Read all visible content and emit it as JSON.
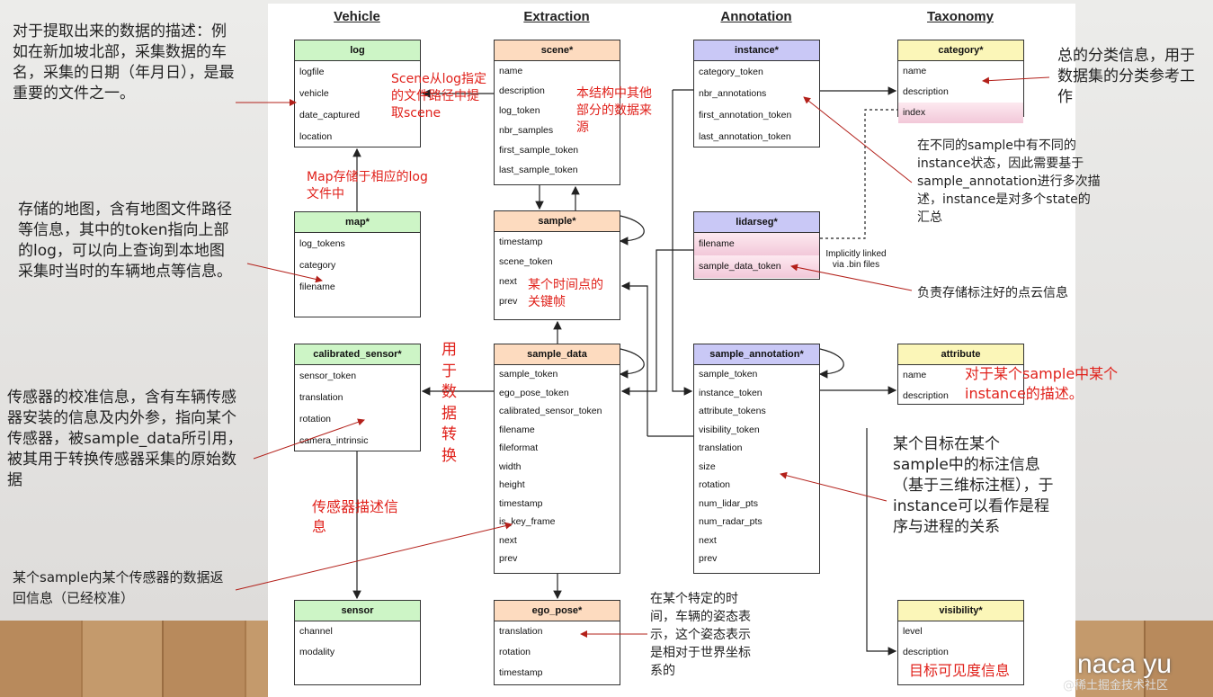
{
  "columns": {
    "vehicle": "Vehicle",
    "extraction": "Extraction",
    "annotation": "Annotation",
    "taxonomy": "Taxonomy"
  },
  "tables": {
    "log": {
      "title": "log",
      "fields": [
        "logfile",
        "vehicle",
        "date_captured",
        "location"
      ]
    },
    "map": {
      "title": "map*",
      "fields": [
        "log_tokens",
        "category",
        "filename"
      ]
    },
    "calibrated_sensor": {
      "title": "calibrated_sensor*",
      "fields": [
        "sensor_token",
        "translation",
        "rotation",
        "camera_intrinsic"
      ]
    },
    "sensor": {
      "title": "sensor",
      "fields": [
        "channel",
        "modality"
      ]
    },
    "scene": {
      "title": "scene*",
      "fields": [
        "name",
        "description",
        "log_token",
        "nbr_samples",
        "first_sample_token",
        "last_sample_token"
      ]
    },
    "sample": {
      "title": "sample*",
      "fields": [
        "timestamp",
        "scene_token",
        "next",
        "prev"
      ]
    },
    "sample_data": {
      "title": "sample_data",
      "fields": [
        "sample_token",
        "ego_pose_token",
        "calibrated_sensor_token",
        "filename",
        "fileformat",
        "width",
        "height",
        "timestamp",
        "is_key_frame",
        "next",
        "prev"
      ]
    },
    "ego_pose": {
      "title": "ego_pose*",
      "fields": [
        "translation",
        "rotation",
        "timestamp"
      ]
    },
    "instance": {
      "title": "instance*",
      "fields": [
        "category_token",
        "nbr_annotations",
        "first_annotation_token",
        "last_annotation_token"
      ]
    },
    "lidarseg": {
      "title": "lidarseg*",
      "fields": [
        "filename",
        "sample_data_token"
      ]
    },
    "sample_annotation": {
      "title": "sample_annotation*",
      "fields": [
        "sample_token",
        "instance_token",
        "attribute_tokens",
        "visibility_token",
        "translation",
        "size",
        "rotation",
        "num_lidar_pts",
        "num_radar_pts",
        "next",
        "prev"
      ]
    },
    "category": {
      "title": "category*",
      "fields": [
        "name",
        "description",
        "index"
      ]
    },
    "attribute": {
      "title": "attribute",
      "fields": [
        "name",
        "description"
      ]
    },
    "visibility": {
      "title": "visibility*",
      "fields": [
        "level",
        "description"
      ]
    }
  },
  "implicit_link": "Implicitly linked via .bin files",
  "notes": {
    "log": "对于提取出来的数据的描述：例如在新加坡北部，采集数据的车名，采集的日期（年月日），是最重要的文件之一。",
    "map": "存储的地图，含有地图文件路径等信息，其中的token指向上部的log，可以向上查询到本地图采集时当时的车辆地点等信息。",
    "calibrated_sensor": "传感器的校准信息，含有车辆传感器安装的信息及内外参，指向某个传感器，被sample_data所引用，被其用于转换传感器采集的原始数据",
    "sample_data": "某个sample内某个传感器的数据返回信息（已经校准）",
    "category": "总的分类信息，用于数据集的分类参考工作",
    "instance": "在不同的sample中有不同的instance状态，因此需要基于sample_annotation进行多次描述，instance是对多个state的汇总",
    "lidarseg": "负责存储标注好的点云信息",
    "sample_annotation": "某个目标在某个sample中的标注信息（基于三维标注框），于instance可以看作是程序与进程的关系",
    "ego_pose": "在某个特定的时间，车辆的姿态表示，这个姿态表示是相对于世界坐标系的"
  },
  "red_notes": {
    "scene_from_log": "Scene从log指定的文件路径中提取scene",
    "scene_source": "本结构中其他部分的数据来源",
    "map_in_log": "Map存储于相应的log文件中",
    "sample_keyframe": "某个时间点的关键帧",
    "for_conversion": "用于数据转换",
    "sensor_desc": "传感器描述信息",
    "attribute_desc": "对于某个sample中某个instance的描述。",
    "visibility_desc": "目标可见度信息"
  },
  "watermark": {
    "big": "naca yu",
    "small": "@稀土掘金技术社区"
  },
  "colors": {
    "vehicle": "#cdf5c6",
    "extraction": "#fddbbf",
    "annotation": "#c9c8f6",
    "taxonomy": "#fbf6b8",
    "annotation_red": "#e0201a"
  }
}
